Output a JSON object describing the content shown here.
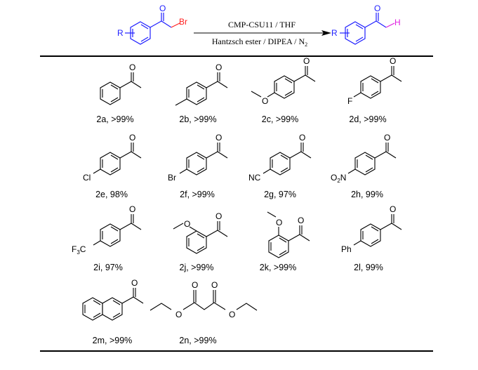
{
  "scheme": {
    "reactant": {
      "substituent": "R",
      "carbonyl_oxygen": "O",
      "leaving_group": "Br",
      "colors": {
        "scaffold": "#1f1fff",
        "bromine": "#ff2020"
      }
    },
    "arrow": {
      "above": "CMP-CSU11 / THF",
      "below_prefix": "Hantzsch ester / DIPEA / N",
      "below_subscript": "2"
    },
    "product": {
      "substituent": "R",
      "carbonyl_oxygen": "O",
      "hydrogen": "H",
      "colors": {
        "scaffold": "#1f1fff",
        "hydrogen": "#e020e0"
      }
    }
  },
  "products": [
    {
      "id": "2a",
      "label": "2a, >99%",
      "substituent": "",
      "yield": ">99%"
    },
    {
      "id": "2b",
      "label": "2b, >99%",
      "substituent": "4-Me",
      "yield": ">99%"
    },
    {
      "id": "2c",
      "label": "2c, >99%",
      "substituent": "4-OMe",
      "atom": "O",
      "yield": ">99%"
    },
    {
      "id": "2d",
      "label": "2d, >99%",
      "substituent": "4-F",
      "atom": "F",
      "yield": ">99%"
    },
    {
      "id": "2e",
      "label": "2e, 98%",
      "substituent": "4-Cl",
      "atom": "Cl",
      "yield": "98%"
    },
    {
      "id": "2f",
      "label": "2f, >99%",
      "substituent": "4-Br",
      "atom": "Br",
      "yield": ">99%"
    },
    {
      "id": "2g",
      "label": "2g, 97%",
      "substituent": "4-CN",
      "atom": "NC",
      "yield": "97%"
    },
    {
      "id": "2h",
      "label": "2h, 99%",
      "substituent": "4-NO2",
      "atom_main": "O",
      "atom_sub": "2",
      "atom_tail": "N",
      "yield": "99%"
    },
    {
      "id": "2i",
      "label": "2i, 97%",
      "substituent": "4-CF3",
      "atom_main": "F",
      "atom_sub": "3",
      "atom_tail": "C",
      "yield": "97%"
    },
    {
      "id": "2j",
      "label": "2j, >99%",
      "substituent": "3-OMe",
      "atom": "O",
      "yield": ">99%"
    },
    {
      "id": "2k",
      "label": "2k, >99%",
      "substituent": "2-OMe",
      "atom": "O",
      "yield": ">99%"
    },
    {
      "id": "2l",
      "label": "2l, 99%",
      "substituent": "4-Ph",
      "atom": "Ph",
      "yield": "99%"
    },
    {
      "id": "2m",
      "label": "2m, >99%",
      "substituent": "2-naphthyl",
      "yield": ">99%"
    },
    {
      "id": "2n",
      "label": "2n, >99%",
      "substituent": "diethyl malonate",
      "atom": "O",
      "yield": ">99%"
    }
  ],
  "common_atoms": {
    "carbonyl_oxygen": "O"
  }
}
